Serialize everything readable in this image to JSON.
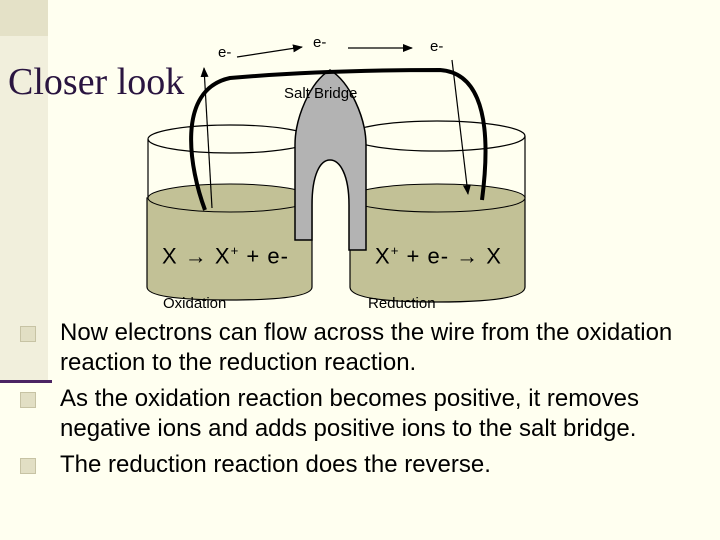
{
  "slide": {
    "title": "Closer look",
    "electron_labels": [
      "e-",
      "e-",
      "e-"
    ],
    "salt_bridge_label": "Salt Bridge",
    "left_equation": "X → X+ + e-",
    "right_equation": "X+ + e- → X",
    "left_caption": "Oxidation",
    "right_caption": "Reduction"
  },
  "bullets": [
    "Now electrons can flow across the wire from the oxidation reaction to the reduction reaction.",
    "As the oxidation reaction becomes positive, it removes negative ions and adds positive ions to the salt bridge.",
    "The reduction reaction does the reverse."
  ],
  "colors": {
    "solution": "#c2c196",
    "salt_bridge": "#b3b3b3",
    "title_text": "#2a1540",
    "accent_line": "#4b2463"
  }
}
